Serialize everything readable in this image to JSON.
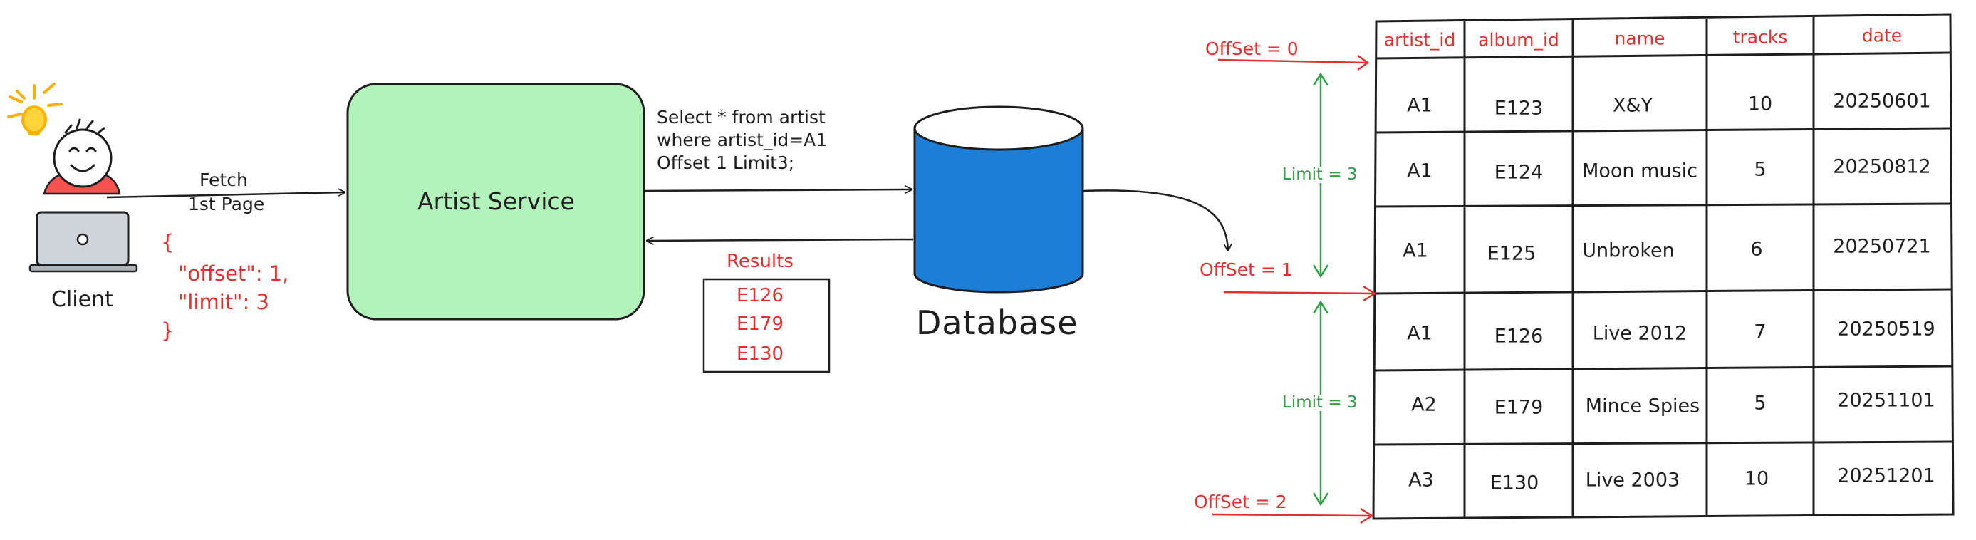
{
  "client": {
    "label": "Client"
  },
  "request": {
    "fetch_label_line1": "Fetch",
    "fetch_label_line2": "1st Page",
    "payload_lines": [
      "{",
      "\"offset\": 1,",
      "\"limit\": 3",
      "}"
    ]
  },
  "service": {
    "label": "Artist Service"
  },
  "query": {
    "lines": [
      "Select * from artist",
      "where artist_id=A1",
      "Offset 1 Limit3;"
    ]
  },
  "database": {
    "label": "Database"
  },
  "results": {
    "title": "Results",
    "items": [
      "E126",
      "E179",
      "E130"
    ]
  },
  "table": {
    "headers": [
      "artist_id",
      "album_id",
      "name",
      "tracks",
      "date"
    ],
    "rows": [
      [
        "A1",
        "E123",
        "X&Y",
        "10",
        "20250601"
      ],
      [
        "A1",
        "E124",
        "Moon music",
        "5",
        "20250812"
      ],
      [
        "A1",
        "E125",
        "Unbroken",
        "6",
        "20250721"
      ],
      [
        "A1",
        "E126",
        "Live 2012",
        "7",
        "20250519"
      ],
      [
        "A2",
        "E179",
        "Mince Spies",
        "5",
        "20251101"
      ],
      [
        "A3",
        "E130",
        "Live 2003",
        "10",
        "20251201"
      ]
    ]
  },
  "pagination": {
    "offsets": [
      "OffSet = 0",
      "OffSet = 1",
      "OffSet = 2"
    ],
    "limits": [
      "Limit = 3",
      "Limit = 3"
    ]
  },
  "colors": {
    "service_fill": "#b2f2bb",
    "database_fill": "#1c7ed6",
    "annotation_red": "#e03131",
    "annotation_green": "#2f9e44",
    "client_shirt": "#fa5252",
    "sun": "#fab005"
  }
}
